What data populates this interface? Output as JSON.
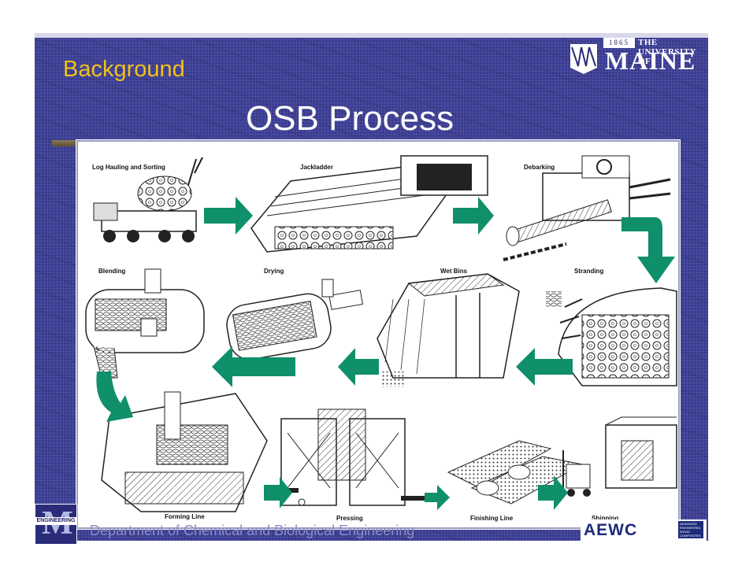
{
  "slide": {
    "section": "Background",
    "title": "OSB Process",
    "footer": "Department of Chemical and Biological Engineering"
  },
  "logo": {
    "year": "1865",
    "university": "THE UNIVERSITY OF",
    "name": "MAINE"
  },
  "engineering_logo": {
    "letter": "M",
    "band": "ENGINEERING"
  },
  "aewc_logo": {
    "abbr": "AEWC",
    "small_text": "ADVANCED ENGINEERED WOOD COMPOSITES CENTER"
  },
  "process_steps": {
    "log_hauling": "Log Hauling and Sorting",
    "jackladder": "Jackladder",
    "debarking": "Debarking",
    "blending": "Blending",
    "drying": "Drying",
    "wet_bins": "Wet Bins",
    "stranding": "Stranding",
    "forming": "Forming Line",
    "pressing": "Pressing",
    "finishing": "Finishing Line",
    "shipping": "Shipping"
  },
  "colors": {
    "background": "#3a3c92",
    "section": "#f2c21a",
    "title": "#ffffff",
    "arrow": "#0f8f6a",
    "footer": "#8c8ec4"
  }
}
